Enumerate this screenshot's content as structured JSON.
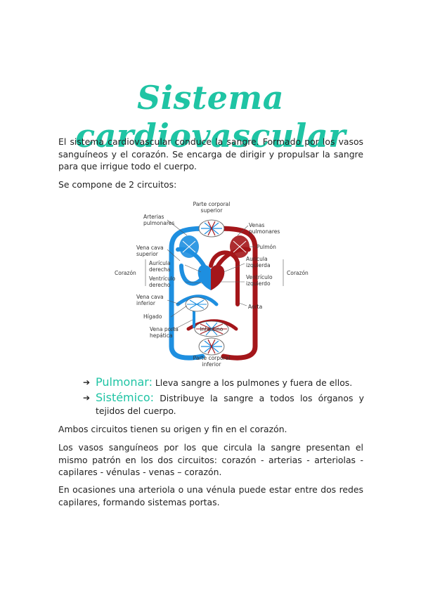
{
  "title": "Sistema cardiovascular",
  "intro": "El sistema cardiovascular conduce la sangre. Formado por los vasos sanguíneos y el corazón. Se encarga de dirigir y propulsar la sangre para que irrigue todo el cuerpo.",
  "circuits_intro": "Se compone de 2 circuitos:",
  "diagram": {
    "labels": {
      "upper_body": [
        "Parte corporal",
        "superior"
      ],
      "pulmonary_arteries": [
        "Arterias",
        "pulmonares"
      ],
      "pulmonary_veins": [
        "Venas",
        "pulmonares"
      ],
      "lung": "Pulmón",
      "superior_vena_cava": [
        "Vena cava",
        "superior"
      ],
      "heart": "Corazón",
      "right_atrium": [
        "Aurícula",
        "derecha"
      ],
      "right_ventricle": [
        "Ventrículo",
        "derecho"
      ],
      "left_atrium": [
        "Aurícula",
        "izquierda"
      ],
      "left_ventricle": [
        "Ventrículo",
        "izquierdo"
      ],
      "heart_right": "Corazón",
      "inferior_vena_cava": [
        "Vena cava",
        "inferior"
      ],
      "aorta": "Aorta",
      "liver": "Hígado",
      "hepatic_portal_vein": [
        "Vena porta",
        "hepática"
      ],
      "intestine": "Intestino",
      "lower_body": [
        "Parte corporal",
        "inferior"
      ]
    },
    "colors": {
      "venous": "#1e8fe0",
      "arterial": "#a4161a"
    }
  },
  "bullets": [
    {
      "term": "Pulmonar:",
      "text": " Lleva sangre a los pulmones y fuera de ellos."
    },
    {
      "term": "Sistémico:",
      "text": " Distribuye la sangre a todos los órganos y tejidos del cuerpo."
    }
  ],
  "origin": "Ambos circuitos tienen su origen y fin en el corazón.",
  "vessels": "Los vasos sanguíneos por los que circula la sangre presentan el mismo patrón en los dos circuitos: corazón - arterias - arteriolas - capilares - vénulas - venas – corazón.",
  "portal": "En ocasiones una arteriola o una vénula puede estar entre dos redes capilares, formando sistemas portas.",
  "icons": {
    "bullet": "arrow-right-icon"
  }
}
